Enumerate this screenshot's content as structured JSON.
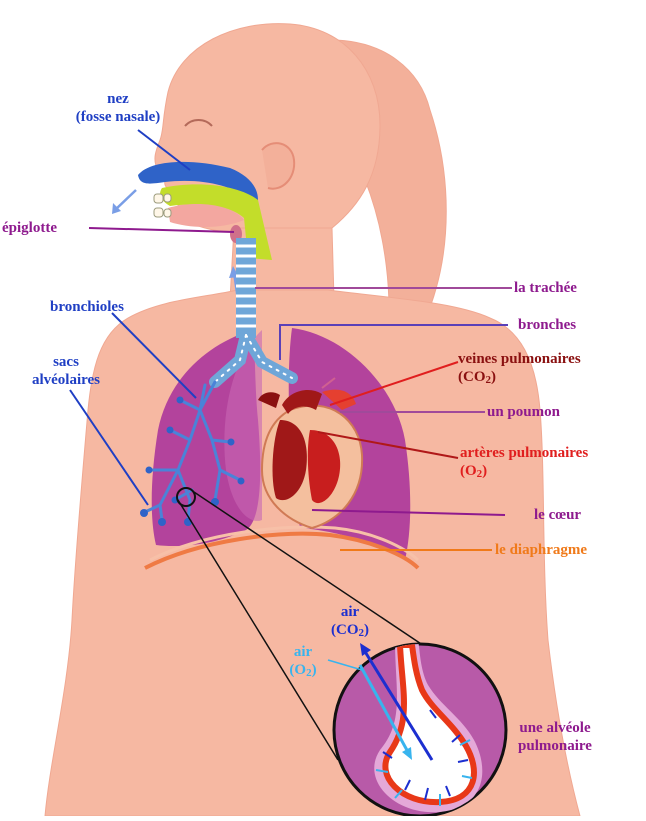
{
  "labels": {
    "nez_1": "nez",
    "nez_2": "(fosse nasale)",
    "epiglotte": "épiglotte",
    "trachee": "la trachée",
    "bronches": "bronches",
    "bronchioles": "bronchioles",
    "sacs_1": "sacs",
    "sacs_2": "alvéolaires",
    "veines_1": "veines pulmonaires",
    "veines_2a": "(CO",
    "veines_2b": "2",
    "veines_2c": ")",
    "poumon": "un poumon",
    "arteres_1": "artères pulmonaires",
    "arteres_2a": "(O",
    "arteres_2b": "2",
    "arteres_2c": ")",
    "coeur": "le cœur",
    "diaphragme": "le diaphragme",
    "air_co2_1": "air",
    "air_co2_2a": "(CO",
    "air_co2_2b": "2",
    "air_co2_2c": ")",
    "air_o2_1": "air",
    "air_o2_2a": "(O",
    "air_o2_2b": "2",
    "air_o2_2c": ")",
    "alveole_1": "une alvéole",
    "alveole_2": "pulmonaire"
  },
  "colors": {
    "skin": "#f6b8a2",
    "lung": "#b3439c",
    "nose_label": "#1f3fc4",
    "epiglotte_label": "#8e1a8e",
    "veines_label": "#8a1010",
    "arteres_label": "#e01e1e",
    "diaphragme_label": "#f07a1a",
    "air_o2": "#38b4ee",
    "air_co2": "#1c2fd0"
  }
}
